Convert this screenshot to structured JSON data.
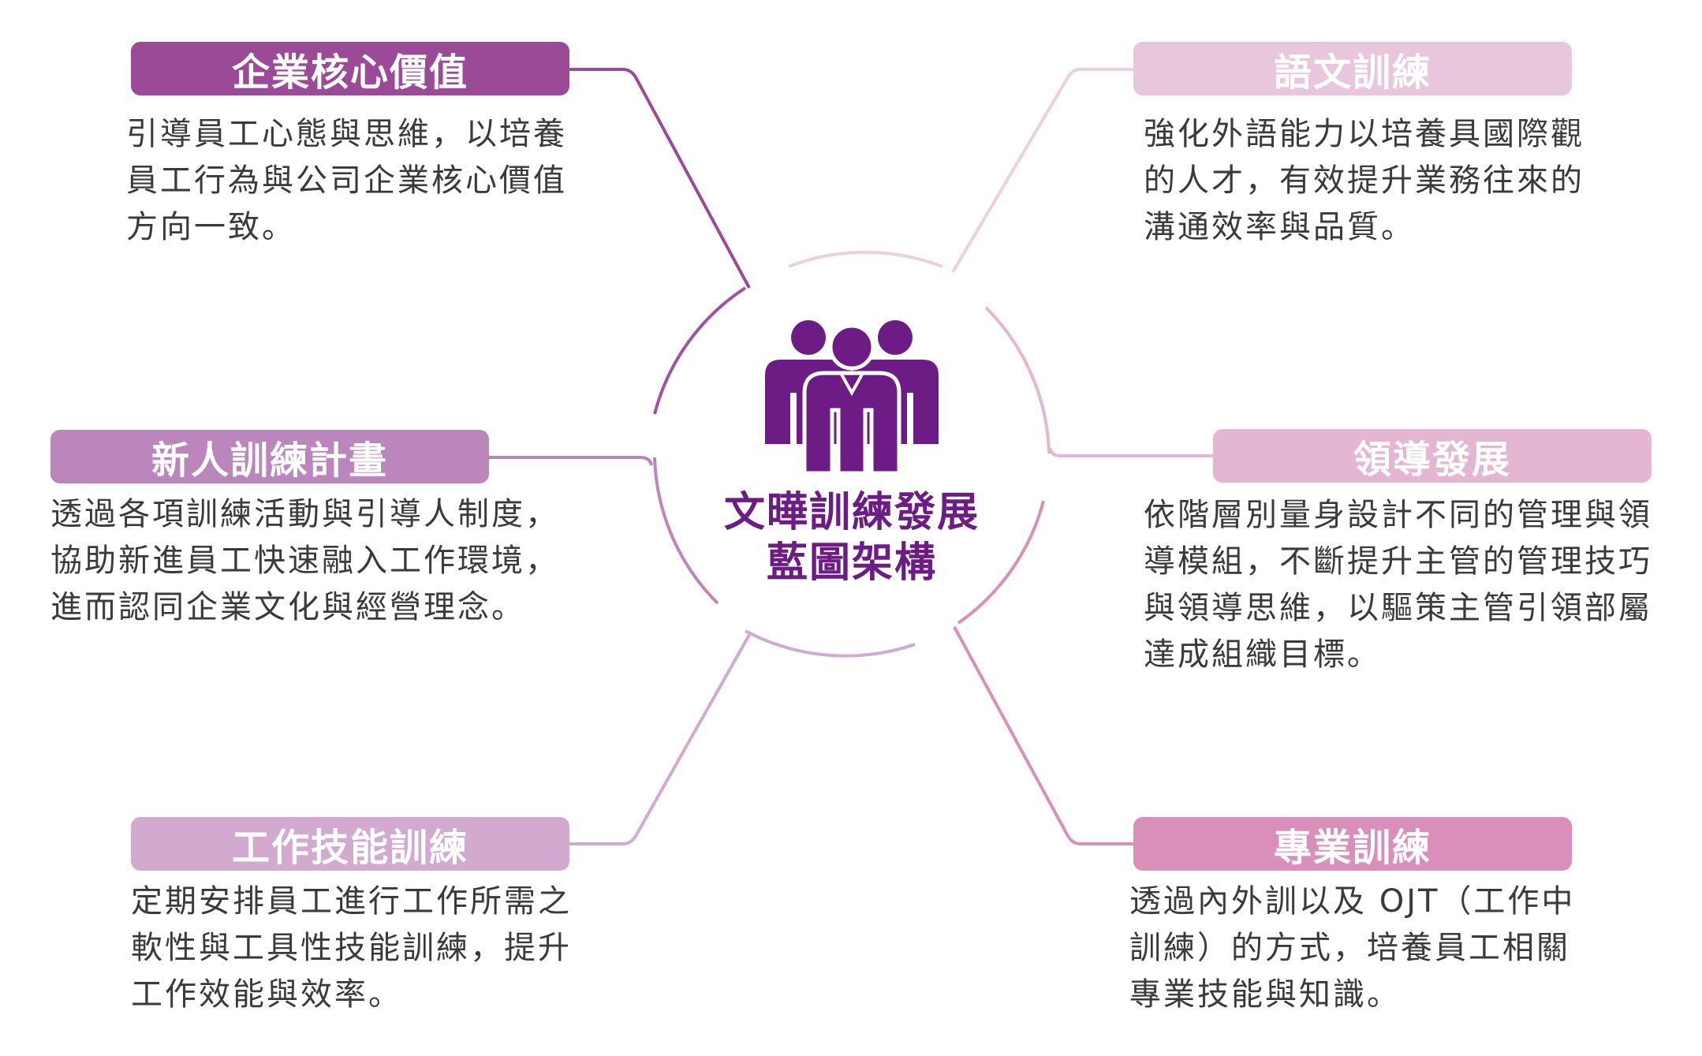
{
  "center": {
    "title_line1": "文曄訓練發展",
    "title_line2": "藍圖架構",
    "icon": "people-group-icon",
    "color": "#6d1c86"
  },
  "branches": [
    {
      "id": "core-values",
      "title": "企業核心價值",
      "lines": [
        "引導員工心態與思維，以培養",
        "員工行為與公司企業核心價值",
        "方向一致。"
      ],
      "color": "#9b4a97"
    },
    {
      "id": "language-training",
      "title": "語文訓練",
      "lines": [
        "強化外語能力以培養具國際觀",
        "的人才，有效提升業務往來的",
        "溝通效率與品質。"
      ],
      "color": "#e8c7dd"
    },
    {
      "id": "new-hire-program",
      "title": "新人訓練計畫",
      "lines": [
        "透過各項訓練活動與引導人制度，",
        "協助新進員工快速融入工作環境，",
        "進而認同企業文化與經營理念。"
      ],
      "color": "#bb86bb"
    },
    {
      "id": "leadership-development",
      "title": "領導發展",
      "lines": [
        "依階層別量身設計不同的管理與領",
        "導模組，不斷提升主管的管理技巧",
        "與領導思維，以驅策主管引領部屬",
        "達成組織目標。"
      ],
      "color": "#e5b6d2"
    },
    {
      "id": "work-skills-training",
      "title": "工作技能訓練",
      "lines": [
        "定期安排員工進行工作所需之",
        "軟性與工具性技能訓練，提升",
        "工作效能與效率。"
      ],
      "color": "#d2a9cf"
    },
    {
      "id": "professional-training",
      "title": "專業訓練",
      "lines": [
        "透過內外訓以及 OJT（工作中",
        "訓練）的方式，培養員工相關",
        "專業技能與知識。"
      ],
      "color": "#d98fba"
    }
  ]
}
